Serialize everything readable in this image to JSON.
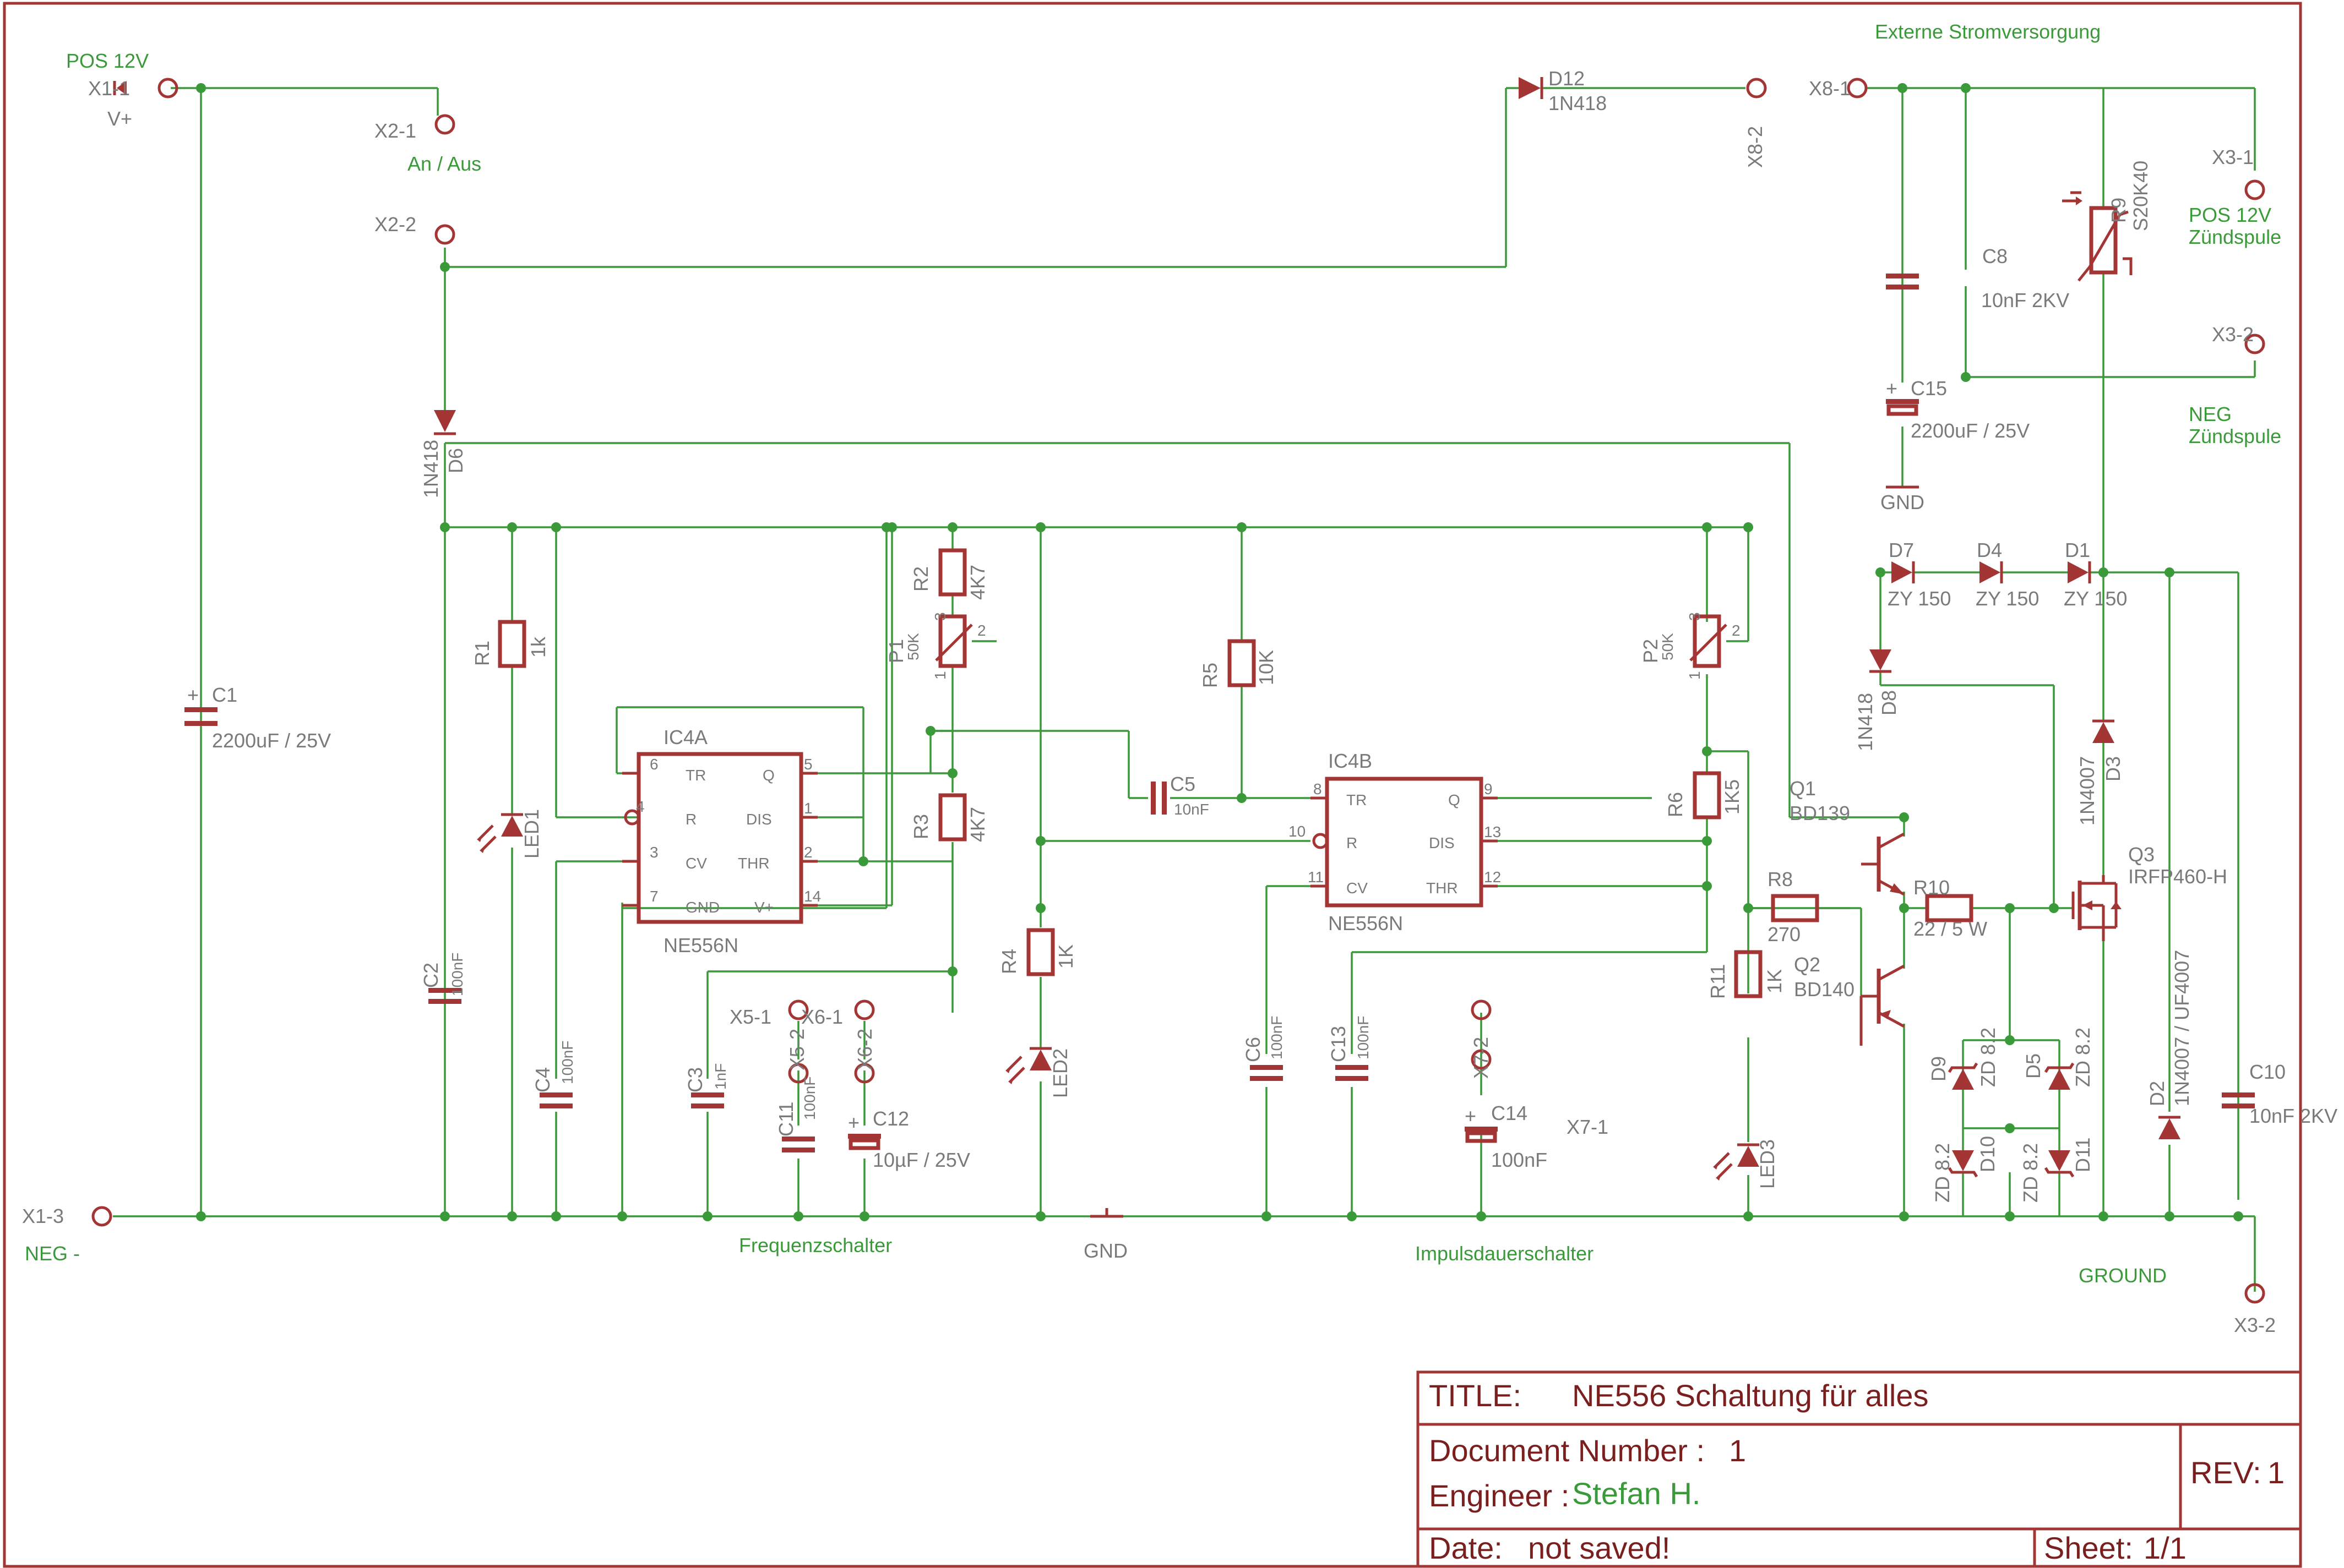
{
  "title_block": {
    "title_label": "TITLE:",
    "title_value": "NE556 Schaltung für alles",
    "docnum_label": "Document Number :",
    "docnum_value": "1",
    "rev_label": "REV:",
    "rev_value": "1",
    "engineer_label": "Engineer :",
    "engineer_value": "Stefan H.",
    "date_label": "Date:",
    "date_value": "not saved!",
    "sheet_label": "Sheet:",
    "sheet_value": "1/1"
  },
  "net_labels": {
    "pos12v": "POS 12V",
    "vplus": "V+",
    "an_aus": "An / Aus",
    "neg": "NEG -",
    "gnd": "GND",
    "gnd2": "GND",
    "ground": "GROUND",
    "externe": "Externe Stromversorgung",
    "pos12v_zs_1": "POS 12V",
    "pos12v_zs_2": "Zündspule",
    "neg_zs_1": "NEG",
    "neg_zs_2": "Zündspule",
    "frequenzschalter": "Frequenzschalter",
    "impulsdauerschalter": "Impulsdauerschalter"
  },
  "connectors": {
    "x1_1": "X1-1",
    "x1_3": "X1-3",
    "x2_1": "X2-1",
    "x2_2": "X2-2",
    "x8_1": "X8-1",
    "x8_2": "X8-2",
    "x3_1": "X3-1",
    "x3_2": "X3-2",
    "x3_2b": "X3-2",
    "x5_1": "X5-1",
    "x5_2": "X5-2",
    "x6_1": "X6-1",
    "x6_2": "X6-2",
    "x7_1": "X7-1",
    "x7_2": "X7-2"
  },
  "components": {
    "c1": {
      "name": "C1",
      "value": "2200uF / 25V"
    },
    "c2": {
      "name": "C2",
      "value": "100nF"
    },
    "c3": {
      "name": "C3",
      "value": "1nF"
    },
    "c4": {
      "name": "C4",
      "value": "100nF"
    },
    "c5": {
      "name": "C5",
      "value": "10nF"
    },
    "c6": {
      "name": "C6",
      "value": "100nF"
    },
    "c8": {
      "name": "C8",
      "value": "10nF 2KV"
    },
    "c10": {
      "name": "C10",
      "value": "10nF 2KV"
    },
    "c11": {
      "name": "C11",
      "value": "100nF"
    },
    "c12": {
      "name": "C12",
      "value": "10µF / 25V"
    },
    "c13": {
      "name": "C13",
      "value": "100nF"
    },
    "c14": {
      "name": "C14",
      "value": "100nF"
    },
    "c15": {
      "name": "C15",
      "value": "2200uF / 25V"
    },
    "r1": {
      "name": "R1",
      "value": "1k"
    },
    "r2": {
      "name": "R2",
      "value": "4K7"
    },
    "r3": {
      "name": "R3",
      "value": "4K7"
    },
    "r4": {
      "name": "R4",
      "value": "1K"
    },
    "r5": {
      "name": "R5",
      "value": "10K"
    },
    "r6": {
      "name": "R6",
      "value": "1K5"
    },
    "r8": {
      "name": "R8",
      "value": "270"
    },
    "r9": {
      "name": "R9",
      "value": "S20K40"
    },
    "r10": {
      "name": "R10",
      "value": "22 / 5 W"
    },
    "r11": {
      "name": "R11",
      "value": "1K"
    },
    "p1": {
      "name": "P1",
      "value": "50K"
    },
    "p2": {
      "name": "P2",
      "value": "50K"
    },
    "d1": {
      "name": "D1",
      "value": "ZY 150"
    },
    "d2": {
      "name": "D2",
      "value": "1N4007 / UF4007"
    },
    "d3": {
      "name": "D3",
      "value": "1N4007"
    },
    "d4": {
      "name": "D4",
      "value": "ZY 150"
    },
    "d5": {
      "name": "D5",
      "value": "ZD 8.2"
    },
    "d6": {
      "name": "D6",
      "value": "1N418"
    },
    "d7": {
      "name": "D7",
      "value": "ZY 150"
    },
    "d8": {
      "name": "D8",
      "value": "1N418"
    },
    "d9": {
      "name": "D9",
      "value": "ZD 8.2"
    },
    "d10": {
      "name": "D10",
      "value": "ZD 8.2"
    },
    "d11": {
      "name": "D11",
      "value": "ZD 8.2"
    },
    "d12": {
      "name": "D12",
      "value": "1N418"
    },
    "led1": {
      "name": "LED1"
    },
    "led2": {
      "name": "LED2"
    },
    "led3": {
      "name": "LED3"
    },
    "q1": {
      "name": "Q1",
      "value": "BD139"
    },
    "q2": {
      "name": "Q2",
      "value": "BD140"
    },
    "q3": {
      "name": "Q3",
      "value": "IRFP460-H"
    },
    "ic4a": {
      "name": "IC4A",
      "value": "NE556N"
    },
    "ic4b": {
      "name": "IC4B",
      "value": "NE556N"
    }
  },
  "ic_pins": {
    "tr": "TR",
    "q": "Q",
    "r": "R",
    "dis": "DIS",
    "cv": "CV",
    "thr": "THR",
    "gnd": "GND",
    "vplus": "V+",
    "a_tr": "6",
    "a_q": "5",
    "a_r": "4",
    "a_dis": "1",
    "a_cv": "3",
    "a_thr": "2",
    "a_gnd": "7",
    "a_vp": "14",
    "b_tr": "8",
    "b_q": "9",
    "b_r": "10",
    "b_dis": "13",
    "b_cv": "11",
    "b_thr": "12",
    "pot_1": "1",
    "pot_2": "2",
    "pot_3": "3"
  }
}
